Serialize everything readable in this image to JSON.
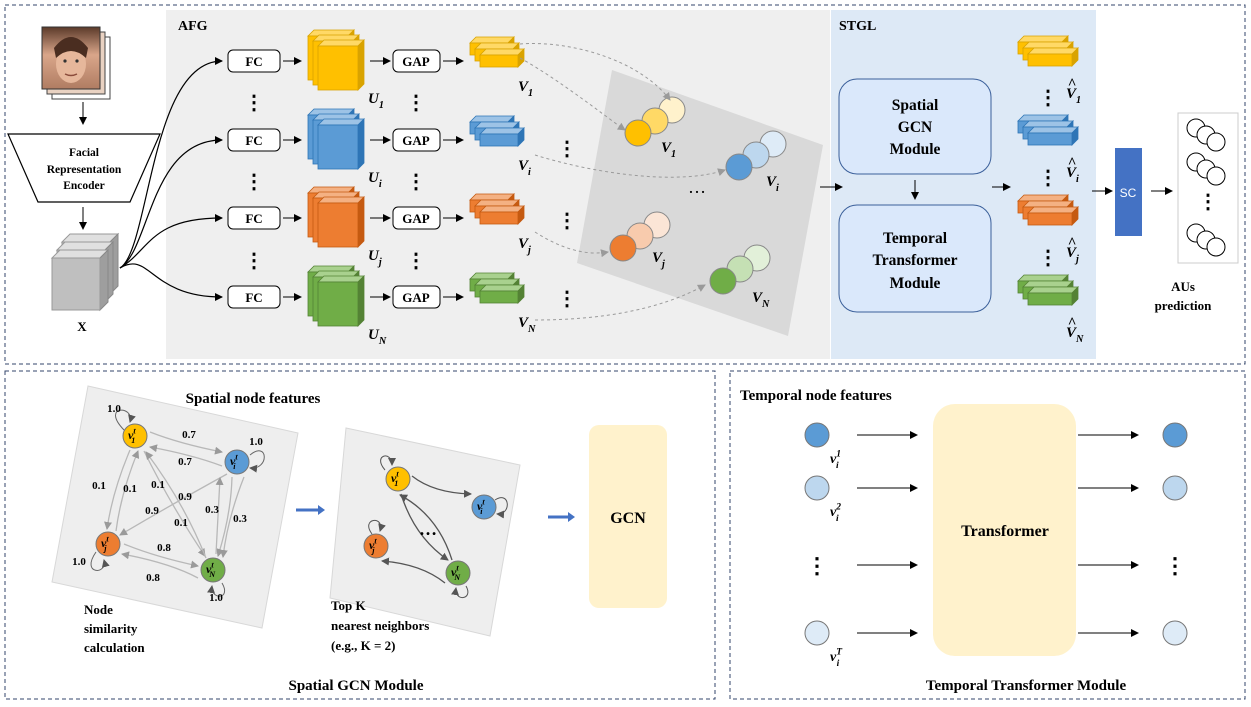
{
  "colors": {
    "yellow": "#ffc000",
    "yellow_light": "#ffe699",
    "yellow_pale": "#fff2cc",
    "blue": "#5b9bd5",
    "blue_light": "#bdd7ee",
    "blue_pale": "#deebf7",
    "orange": "#ed7d31",
    "orange_light": "#f8cbad",
    "orange_pale": "#fbe5d6",
    "green": "#70ad47",
    "green_light": "#c5e0b4",
    "green_pale": "#e2f0d9",
    "afg_bg": "#efefef",
    "stgl_bg": "#dde9f6",
    "module_fill": "#dae8fb",
    "sc_box": "#4472c4",
    "transformer_fill": "#fff2cc",
    "gcn_fill": "#fff2cc"
  },
  "top_panel": {
    "encoder_label": "Facial Representation Encoder",
    "feature_map_label": "X",
    "afg": {
      "title": "AFG",
      "fc_label": "FC",
      "gap_label": "GAP",
      "rows": [
        {
          "u_base": "U",
          "u_sub": "1",
          "v_base": "V",
          "v_sub": "1"
        },
        {
          "u_base": "U",
          "u_sub": "i",
          "v_base": "V",
          "v_sub": "i"
        },
        {
          "u_base": "U",
          "u_sub": "j",
          "v_base": "V",
          "v_sub": "j"
        },
        {
          "u_base": "U",
          "u_sub": "N",
          "v_base": "V",
          "v_sub": "N"
        }
      ],
      "node_groups": [
        {
          "base": "V",
          "sub": "1"
        },
        {
          "base": "V",
          "sub": "i"
        },
        {
          "base": "V",
          "sub": "j"
        },
        {
          "base": "V",
          "sub": "N"
        }
      ],
      "ellipsis": "⋮",
      "h_ellipsis": "…"
    },
    "stgl": {
      "title": "STGL",
      "spatial_module": "Spatial GCN Module",
      "temporal_module": "Temporal Transformer Module",
      "outputs": [
        {
          "base": "V",
          "hat": "^",
          "sub": "1"
        },
        {
          "base": "V",
          "hat": "^",
          "sub": "i"
        },
        {
          "base": "V",
          "hat": "^",
          "sub": "j"
        },
        {
          "base": "V",
          "hat": "^",
          "sub": "N"
        }
      ]
    },
    "sc_label": "SC",
    "aus_label": "AUs prediction"
  },
  "bottom_left": {
    "caption": "Spatial GCN Module",
    "title": "Spatial node features",
    "similarity_label": "Node similarity calculation",
    "topk_label": "Top K nearest neighbors (e.g., K = 2)",
    "gcn_label": "GCN",
    "nodes": [
      {
        "base": "v",
        "sup": "t",
        "sub": "1"
      },
      {
        "base": "v",
        "sup": "t",
        "sub": "i"
      },
      {
        "base": "v",
        "sup": "t",
        "sub": "j"
      },
      {
        "base": "v",
        "sup": "t",
        "sub": "N"
      }
    ],
    "edge_weights": [
      "1.0",
      "0.7",
      "1.0",
      "0.7",
      "0.1",
      "0.1",
      "0.1",
      "0.9",
      "0.9",
      "0.3",
      "0.3",
      "0.1",
      "0.8",
      "0.8",
      "1.0",
      "1.0"
    ],
    "ellipsis": "…"
  },
  "bottom_right": {
    "caption": "Temporal Transformer Module",
    "title": "Temporal node features",
    "transformer_label": "Transformer",
    "inputs": [
      {
        "base": "v",
        "sub": "i",
        "sup": "1"
      },
      {
        "base": "v",
        "sub": "i",
        "sup": "2"
      },
      {
        "base": "v",
        "sub": "i",
        "sup": "T"
      }
    ],
    "ellipsis": "⋮"
  }
}
